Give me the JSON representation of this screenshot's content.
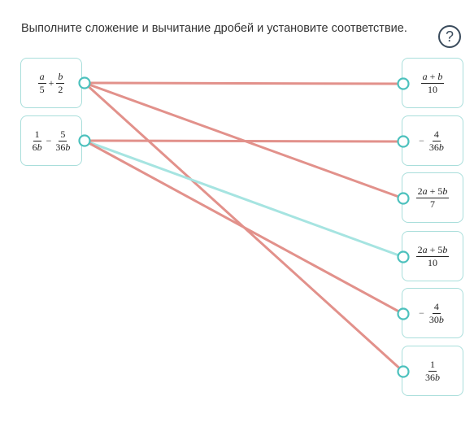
{
  "instruction": "Выполните сложение и вычитание дробей и установите соответствие.",
  "help": {
    "label": "?"
  },
  "colors": {
    "card_border": "#a9dedb",
    "port": "#4cc1bd",
    "line_wrong": "#e2918b",
    "line_correct": "#a6e4e1"
  },
  "left_items": [
    {
      "id": "L1",
      "parts": [
        {
          "num": "a",
          "den": "5"
        },
        {
          "op": "+"
        },
        {
          "num": "b",
          "den": "2"
        }
      ]
    },
    {
      "id": "L2",
      "parts": [
        {
          "num": "1",
          "den": "6b"
        },
        {
          "op": "−"
        },
        {
          "num": "5",
          "den": "36b"
        }
      ]
    }
  ],
  "right_items": [
    {
      "id": "R1",
      "sign": "",
      "num": "a + b",
      "den": "10"
    },
    {
      "id": "R2",
      "sign": "−",
      "num": "4",
      "den": "36b"
    },
    {
      "id": "R3",
      "sign": "",
      "num": "2a + 5b",
      "den": "7"
    },
    {
      "id": "R4",
      "sign": "",
      "num": "2a + 5b",
      "den": "10"
    },
    {
      "id": "R5",
      "sign": "−",
      "num": "4",
      "den": "30b"
    },
    {
      "id": "R6",
      "sign": "",
      "num": "1",
      "den": "36b"
    }
  ],
  "connections": [
    {
      "from": "L1",
      "to": "R1",
      "status": "wrong"
    },
    {
      "from": "L1",
      "to": "R3",
      "status": "wrong"
    },
    {
      "from": "L1",
      "to": "R6",
      "status": "wrong"
    },
    {
      "from": "L2",
      "to": "R2",
      "status": "wrong"
    },
    {
      "from": "L2",
      "to": "R4",
      "status": "correct"
    },
    {
      "from": "L2",
      "to": "R5",
      "status": "wrong"
    }
  ]
}
